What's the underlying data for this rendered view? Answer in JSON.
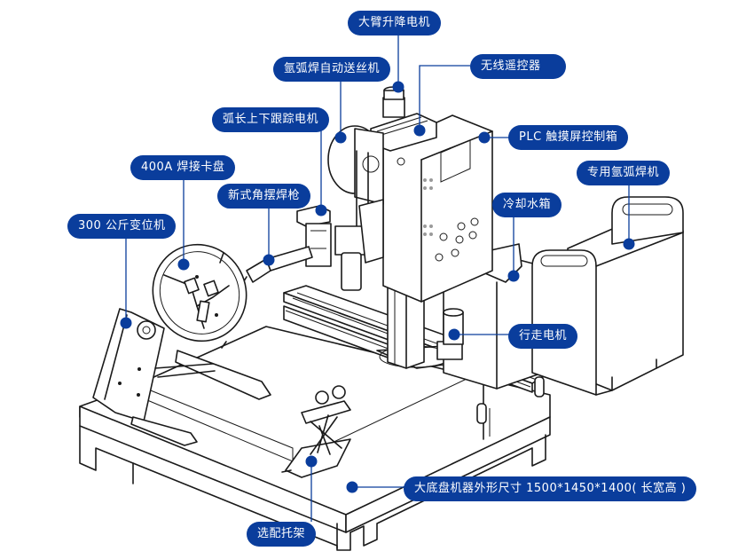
{
  "diagram": {
    "subject": "welding machine component callouts",
    "accent_color": "#0a3d9c",
    "line_color": "#1a1a1a",
    "callouts": [
      {
        "id": "arm-lift-motor",
        "label": "大臂升降电机"
      },
      {
        "id": "wire-feeder",
        "label": "氩弧焊自动送丝机"
      },
      {
        "id": "wireless-remote",
        "label": "无线遥控器"
      },
      {
        "id": "arc-tracking-motor",
        "label": "弧长上下跟踪电机"
      },
      {
        "id": "plc-box",
        "label": "PLC 触摸屏控制箱"
      },
      {
        "id": "chuck",
        "label": "400A 焊接卡盘"
      },
      {
        "id": "welder",
        "label": "专用氩弧焊机"
      },
      {
        "id": "torch",
        "label": "新式角摆焊枪"
      },
      {
        "id": "cooling-tank",
        "label": "冷却水箱"
      },
      {
        "id": "positioner",
        "label": "300 公斤变位机"
      },
      {
        "id": "travel-motor",
        "label": "行走电机"
      },
      {
        "id": "base",
        "label": "大底盘机器外形尺寸 1500*1450*1400( 长宽高 )"
      },
      {
        "id": "support",
        "label": "选配托架"
      }
    ]
  }
}
